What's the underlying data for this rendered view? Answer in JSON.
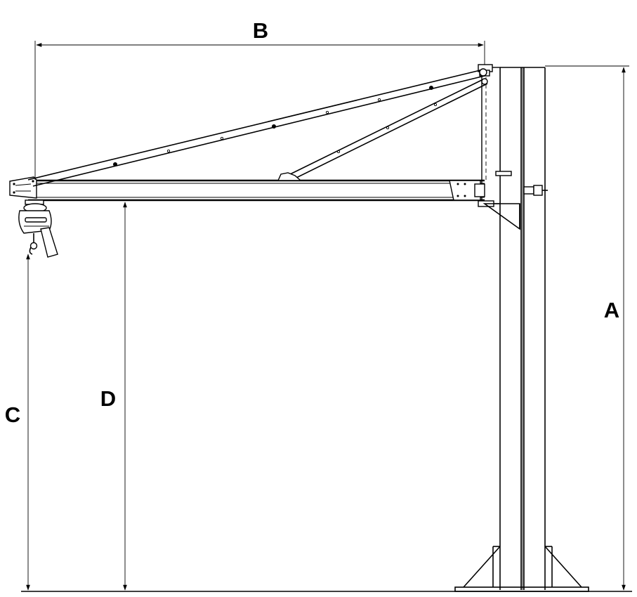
{
  "diagram": {
    "labels": {
      "A": "A",
      "B": "B",
      "C": "C",
      "D": "D"
    },
    "colors": {
      "line": "#000000",
      "background": "#ffffff"
    }
  }
}
